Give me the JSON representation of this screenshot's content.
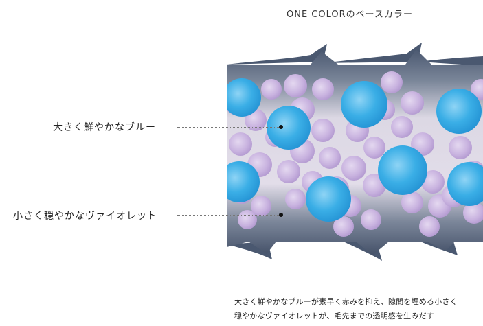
{
  "title": "ONE COLORのベースカラー",
  "labels": {
    "blue": "大きく鮮やかなブルー",
    "violet": "小さく穏やかなヴァイオレット"
  },
  "description": {
    "line1": "大きく鮮やかなブルーが素早く赤みを抑え、隙間を埋める小さく",
    "line2": "穏やかなヴァイオレットが、毛先までの透明感を生みだす"
  },
  "colors": {
    "blue": "#3aaee6",
    "violet": "#c9b3df",
    "band_dark": "#4b5a70",
    "band_light": "#eae6ee"
  }
}
